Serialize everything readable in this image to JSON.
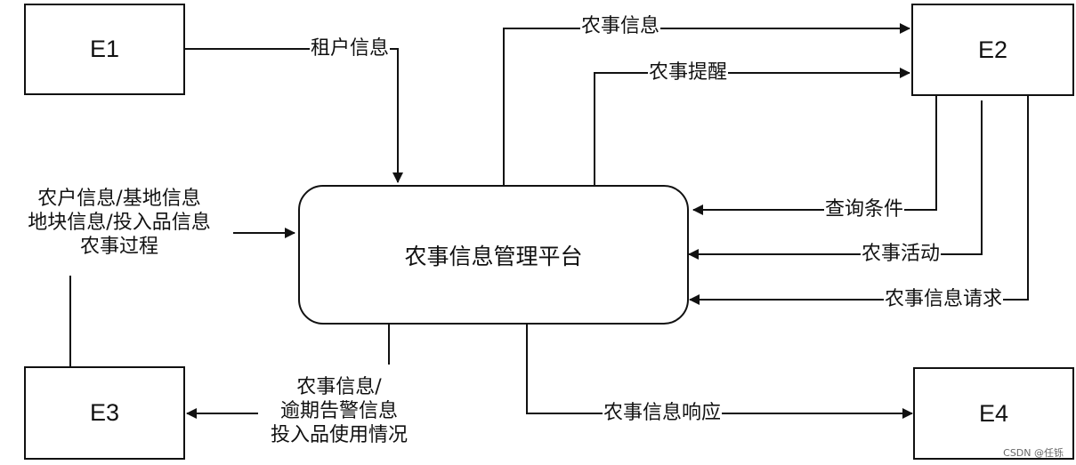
{
  "entities": {
    "e1": "E1",
    "e2": "E2",
    "e3": "E3",
    "e4": "E4",
    "platform": "农事信息管理平台"
  },
  "flows": {
    "tenant_info": "租户信息",
    "farm_info_out": "农事信息",
    "farm_reminder": "农事提醒",
    "query_conditions": "查询条件",
    "farm_activity": "农事活动",
    "farm_info_request": "农事信息请求",
    "e3_input": [
      "农户信息/基地信息",
      "地块信息/投入品信息",
      "农事过程"
    ],
    "to_e3": [
      "农事信息/",
      "逾期告警信息",
      "投入品使用情况"
    ],
    "info_response": "农事信息响应"
  },
  "watermark": "CSDN @任铄"
}
